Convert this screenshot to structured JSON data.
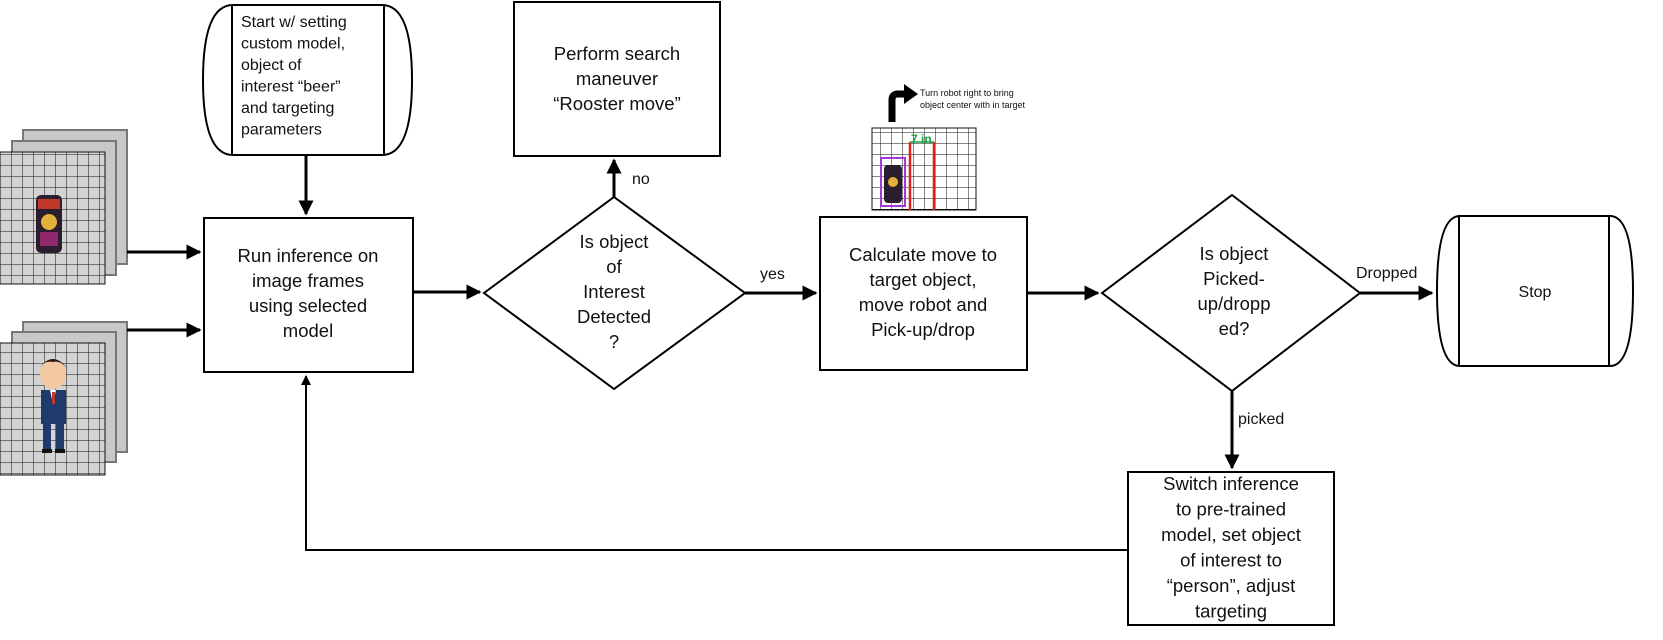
{
  "diagram": {
    "start": {
      "lines": [
        "Start w/ setting",
        "custom model,",
        "object of",
        "interest “beer”",
        "and targeting",
        "parameters"
      ]
    },
    "inference": {
      "lines": [
        "Run inference on",
        "image frames",
        "using selected",
        "model"
      ]
    },
    "detected": {
      "lines": [
        "Is object",
        "of",
        "Interest",
        "Detected",
        "?"
      ]
    },
    "search": {
      "lines": [
        "Perform search",
        "maneuver",
        "“Rooster move”"
      ]
    },
    "calculate": {
      "lines": [
        "Calculate move to",
        "target object,",
        "move robot and",
        "Pick-up/drop"
      ]
    },
    "picked_q": {
      "lines": [
        "Is object",
        "Picked-",
        "up/dropp",
        "ed?"
      ]
    },
    "stop": {
      "label": "Stop"
    },
    "switch": {
      "lines": [
        "Switch inference",
        "to pre-trained",
        "model, set object",
        "of interest to",
        "“person”, adjust",
        "targeting"
      ]
    },
    "edges": {
      "no": "no",
      "yes": "yes",
      "dropped": "Dropped",
      "picked": "picked"
    },
    "targeting_image": {
      "note_lines": [
        "Turn robot right to bring",
        "object center with in target"
      ],
      "distance_label": "7 in"
    }
  },
  "colors": {
    "stroke": "#000000",
    "grid_fill": "#d4d4d4",
    "frame_fill": "#c8c8c8",
    "target_line": "#e02020",
    "distance_green": "#1fa34a",
    "bbox_purple": "#a23bd6"
  }
}
